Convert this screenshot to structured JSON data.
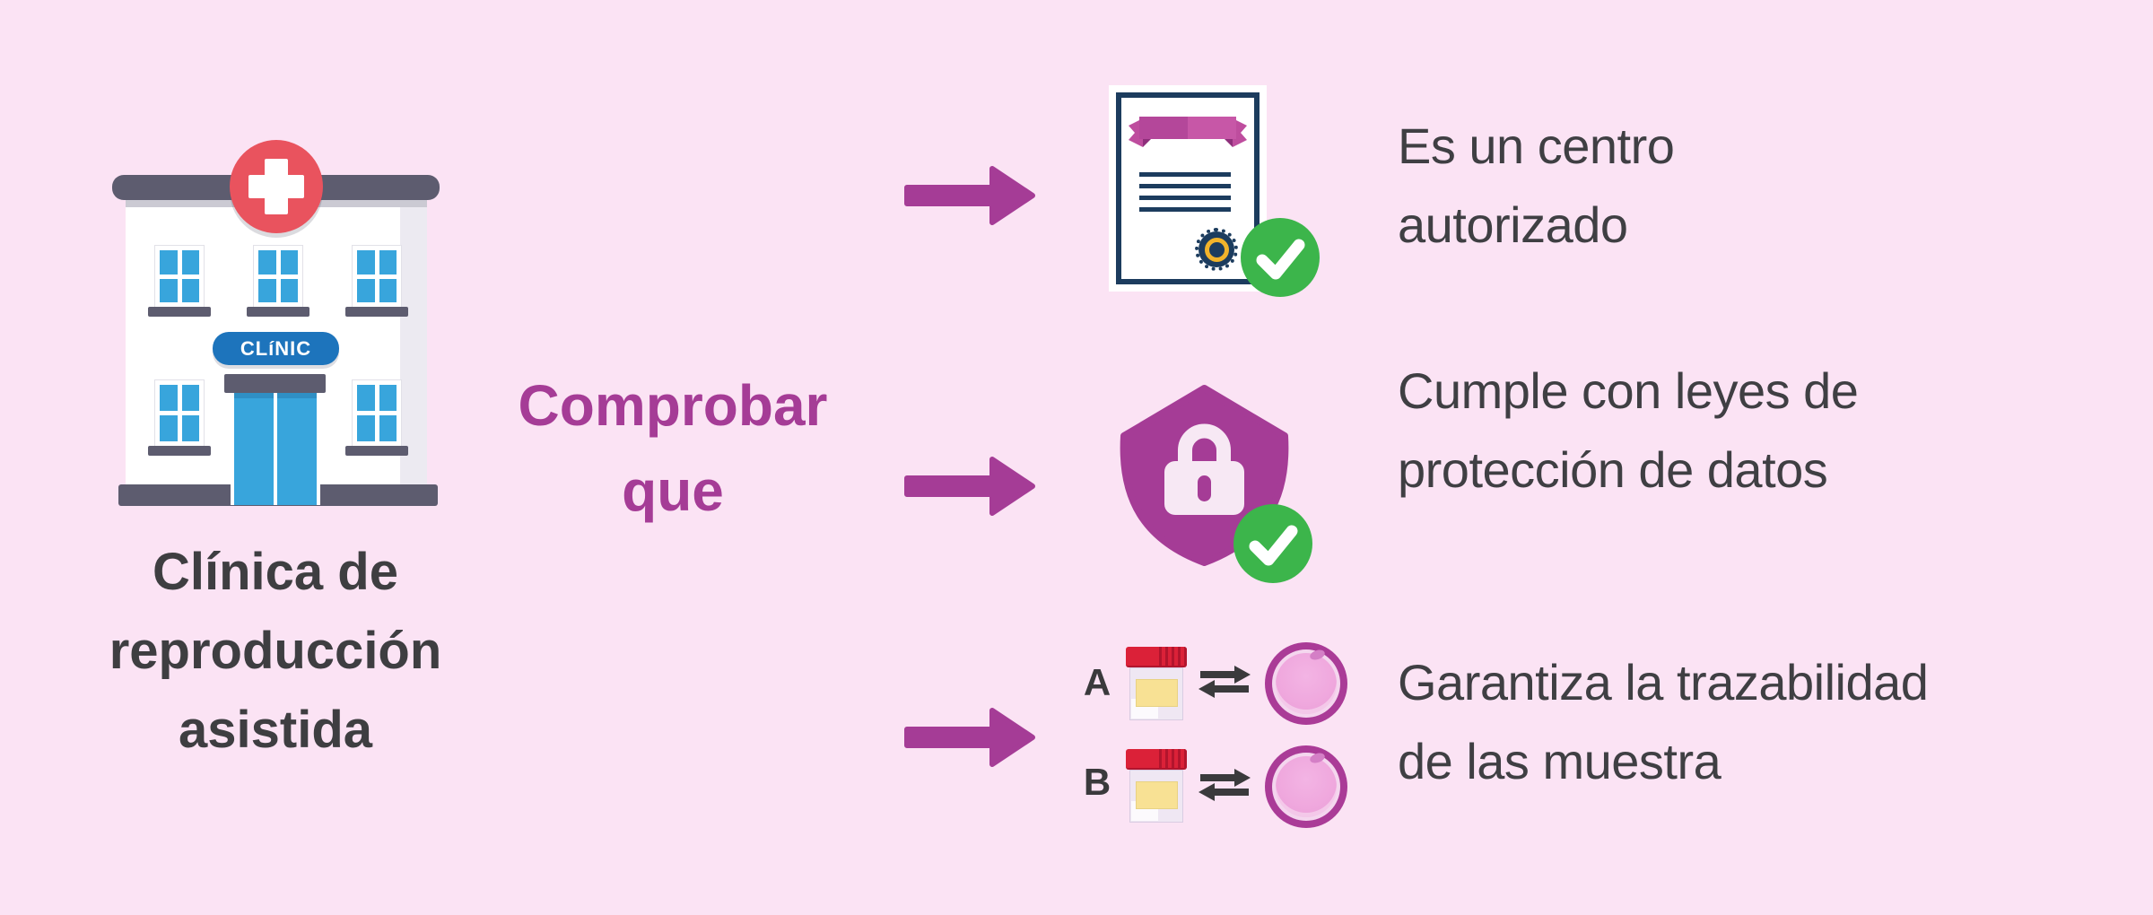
{
  "colors": {
    "background": "#FBE3F4",
    "accent_magenta": "#A53C96",
    "navy": "#1C3C5E",
    "green_check": "#3CB54B",
    "dark_text": "#3F3F43",
    "window_blue": "#38A5DC",
    "sign_blue": "#1D74BC",
    "slate_gray": "#5D5C6F",
    "cross_red": "#E9535E",
    "cup_lid_red": "#DB2138",
    "seal_gold": "#F1B32B",
    "ribbon_pink": "#BE4D9E",
    "egg_ring": "#AA3B97",
    "egg_fill": "#EFA7DD"
  },
  "icons": {
    "building": "clinic-building-icon",
    "cross": "medical-cross-icon",
    "arrow": "arrow-right-icon",
    "certificate": "certificate-icon",
    "ribbon": "ribbon-banner-icon",
    "seal": "award-seal-icon",
    "check_badge": "check-badge-icon",
    "shield": "shield-lock-icon",
    "lock": "padlock-icon",
    "cup": "sample-cup-icon",
    "exchange": "transfer-arrows-icon",
    "egg": "egg-cell-icon"
  },
  "clinic": {
    "sign": "CLíNIC"
  },
  "title": {
    "lines": [
      "Clínica de",
      "reproducción",
      "asistida"
    ]
  },
  "middle_label": {
    "lines": [
      "Comprobar",
      "que"
    ]
  },
  "rows": [
    {
      "id": "authorized-center",
      "icon": "certificate-check",
      "text_lines": [
        "Es un centro",
        "autorizado"
      ]
    },
    {
      "id": "data-protection",
      "icon": "shield-lock-check",
      "text_lines": [
        "Cumple con leyes de",
        "protección de datos"
      ]
    },
    {
      "id": "sample-traceability",
      "icon": "sample-egg-traceability",
      "sample_labels": [
        "A",
        "B"
      ],
      "text_lines": [
        "Garantiza la trazabilidad",
        "de las muestra"
      ]
    }
  ]
}
